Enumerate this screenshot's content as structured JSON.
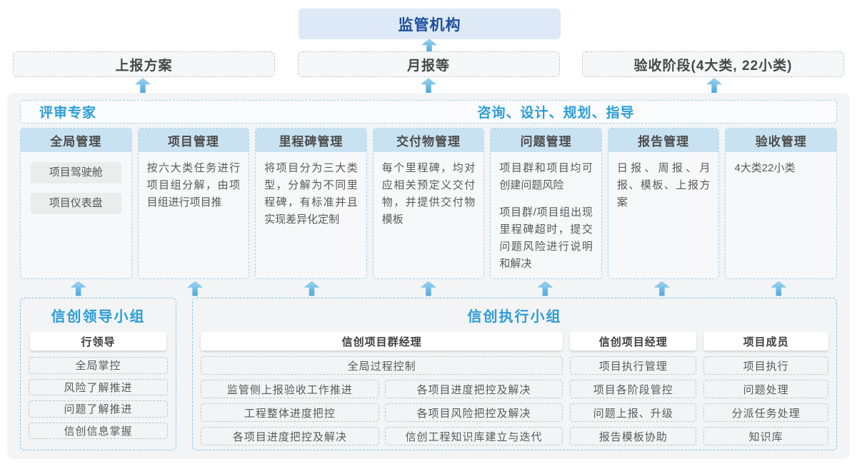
{
  "colors": {
    "accent_blue": "#2b9cd8",
    "navy": "#1b4f9e",
    "arrow_blue": "#4ba6db",
    "header_bar_bg": "#c9e2f1",
    "regulator_bg": "#dde9f6",
    "container_bg": "#f3f4f6"
  },
  "top": {
    "regulator_label": "监管机构",
    "channels": [
      "上报方案",
      "月报等",
      "验收阶段(4大类, 22小类)"
    ]
  },
  "platform": {
    "expert_label": "评审专家",
    "advisory_label": "咨询、设计、规划、指导",
    "columns": [
      {
        "title": "全局管理",
        "chips": [
          "项目驾驶舱",
          "项目仪表盘"
        ]
      },
      {
        "title": "项目管理",
        "text": "按六大类任务进行项目组分解，由项目组进行项目推"
      },
      {
        "title": "里程碑管理",
        "text": "将项目分为三大类型，分解为不同里程碑，有标准并且实现差异化定制"
      },
      {
        "title": "交付物管理",
        "text": "每个里程碑，均对应相关预定义交付物，并提供交付物模板"
      },
      {
        "title": "问题管理",
        "paragraphs": [
          "项目群和项目均可创建问题风险",
          "项目群/项目组出现里程碑超时，提交问题风险进行说明和解决"
        ]
      },
      {
        "title": "报告管理",
        "text": "日报、周报、月报、模板、上报方案"
      },
      {
        "title": "验收管理",
        "text": "4大类22小类"
      }
    ]
  },
  "groups": {
    "leadership": {
      "title": "信创领导小组",
      "role": "行领导",
      "items": [
        "全局掌控",
        "风险了解推进",
        "问题了解推进",
        "信创信息掌握"
      ]
    },
    "execution": {
      "title": "信创执行小组",
      "program_manager": {
        "role": "信创项目群经理",
        "full_item": "全局过程控制",
        "grid_items": [
          "监管侧上报验收工作推进",
          "各项目进度把控及解决",
          "工程整体进度把控",
          "各项目风险把控及解决",
          "各项目进度把控及解决",
          "信创工程知识库建立与迭代"
        ]
      },
      "project_manager": {
        "role": "信创项目经理",
        "items": [
          "项目执行管理",
          "项目各阶段管控",
          "问题上报、升级",
          "报告模板协助"
        ]
      },
      "member": {
        "role": "项目成员",
        "items": [
          "项目执行",
          "问题处理",
          "分派任务处理",
          "知识库"
        ]
      }
    }
  }
}
